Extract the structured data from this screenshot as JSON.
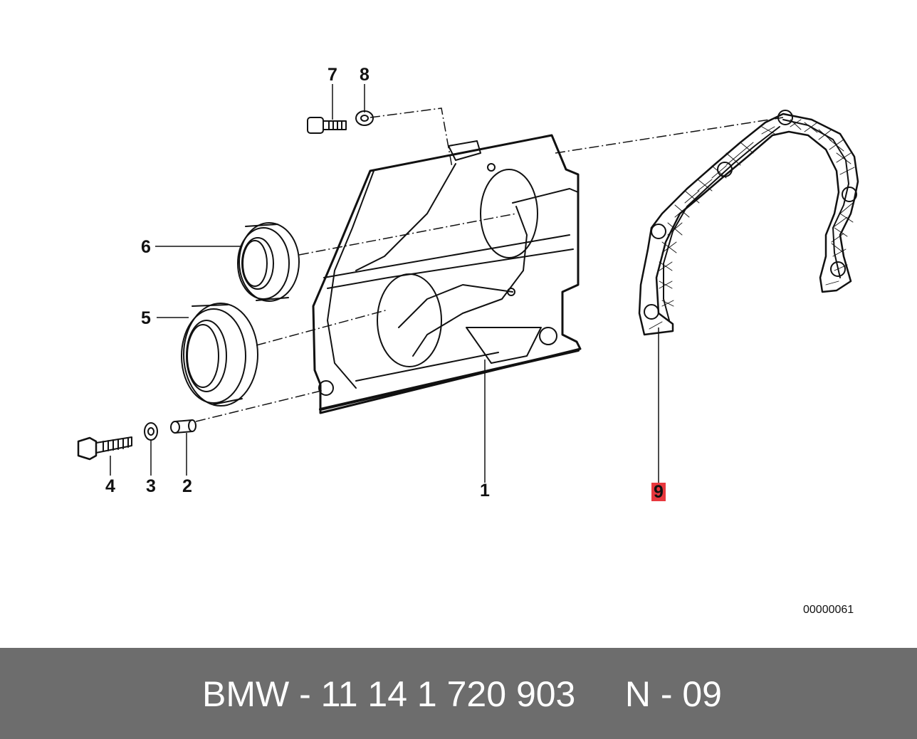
{
  "diagram": {
    "callouts": {
      "c1": "1",
      "c2": "2",
      "c3": "3",
      "c4": "4",
      "c5": "5",
      "c6": "6",
      "c7": "7",
      "c8": "8",
      "c9": "9"
    },
    "highlight_color": "#e8383e",
    "reference_code": "00000061"
  },
  "footer": {
    "caption": "BMW - 11 14 1 720 903     N - 09",
    "background_color": "#6d6d6d",
    "text_color": "#ffffff"
  }
}
